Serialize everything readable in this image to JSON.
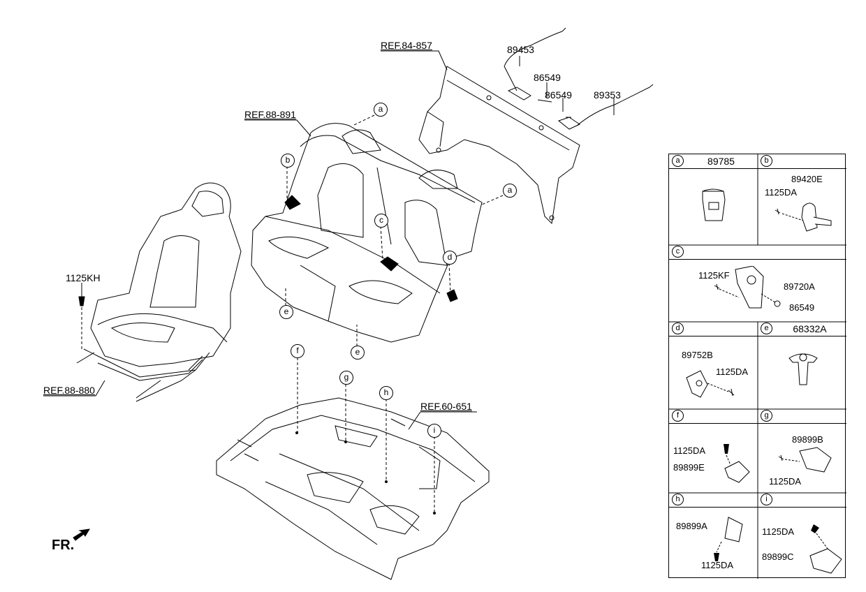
{
  "refs": {
    "ref_84_857": "REF.84-857",
    "ref_88_891": "REF.88-891",
    "ref_88_880": "REF.88-880",
    "ref_60_651": "REF.60-651"
  },
  "parts": {
    "p89453": "89453",
    "p86549_top": "86549",
    "p86549_mid": "86549",
    "p89353": "89353",
    "p1125kh": "1125KH"
  },
  "callouts": [
    "a",
    "a",
    "b",
    "c",
    "d",
    "e",
    "e",
    "f",
    "g",
    "h",
    "i"
  ],
  "front_label": "FR.",
  "legend": {
    "a": {
      "letter": "a",
      "part": "89785"
    },
    "b": {
      "letter": "b",
      "parts": [
        "89420E",
        "1125DA"
      ]
    },
    "c": {
      "letter": "c",
      "parts": [
        "1125KF",
        "89720A",
        "86549"
      ]
    },
    "d": {
      "letter": "d",
      "parts": [
        "89752B",
        "1125DA"
      ]
    },
    "e": {
      "letter": "e",
      "part": "68332A"
    },
    "f": {
      "letter": "f",
      "parts": [
        "1125DA",
        "89899E"
      ]
    },
    "g": {
      "letter": "g",
      "parts": [
        "89899B",
        "1125DA"
      ]
    },
    "h": {
      "letter": "h",
      "parts": [
        "89899A",
        "1125DA"
      ]
    },
    "i": {
      "letter": "i",
      "parts": [
        "1125DA",
        "89899C"
      ]
    }
  }
}
